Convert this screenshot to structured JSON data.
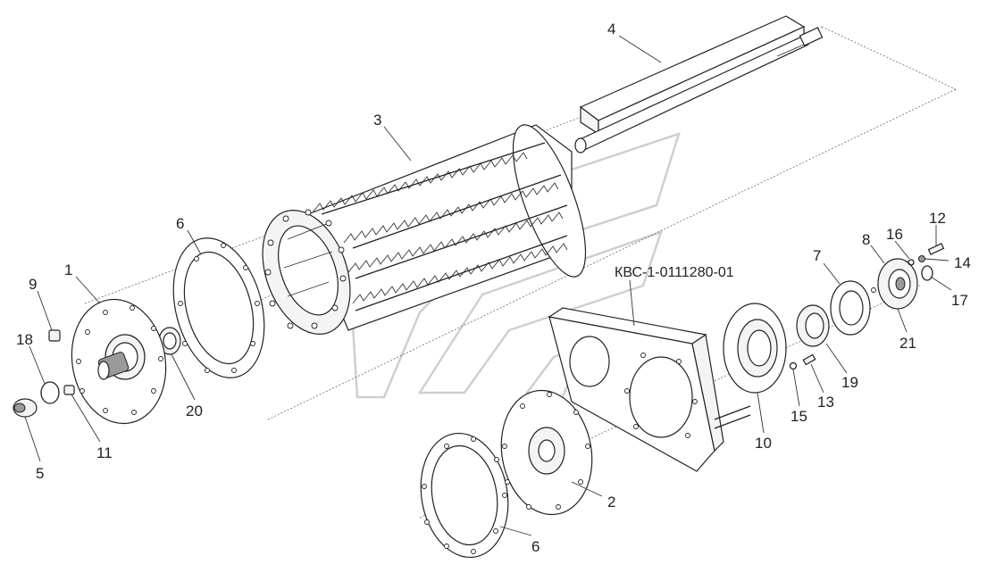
{
  "drawing": {
    "assembly_code": "КВС-1-0111280-01"
  },
  "callouts": [
    {
      "id": "c1",
      "text": "1"
    },
    {
      "id": "c2",
      "text": "2"
    },
    {
      "id": "c3",
      "text": "3"
    },
    {
      "id": "c4",
      "text": "4"
    },
    {
      "id": "c5",
      "text": "5"
    },
    {
      "id": "c6a",
      "text": "6"
    },
    {
      "id": "c6b",
      "text": "6"
    },
    {
      "id": "c7",
      "text": "7"
    },
    {
      "id": "c8",
      "text": "8"
    },
    {
      "id": "c9",
      "text": "9"
    },
    {
      "id": "c10",
      "text": "10"
    },
    {
      "id": "c11",
      "text": "11"
    },
    {
      "id": "c12",
      "text": "12"
    },
    {
      "id": "c13",
      "text": "13"
    },
    {
      "id": "c14",
      "text": "14"
    },
    {
      "id": "c15",
      "text": "15"
    },
    {
      "id": "c16",
      "text": "16"
    },
    {
      "id": "c17",
      "text": "17"
    },
    {
      "id": "c18",
      "text": "18"
    },
    {
      "id": "c19",
      "text": "19"
    },
    {
      "id": "c20",
      "text": "20"
    },
    {
      "id": "c21",
      "text": "21"
    }
  ]
}
